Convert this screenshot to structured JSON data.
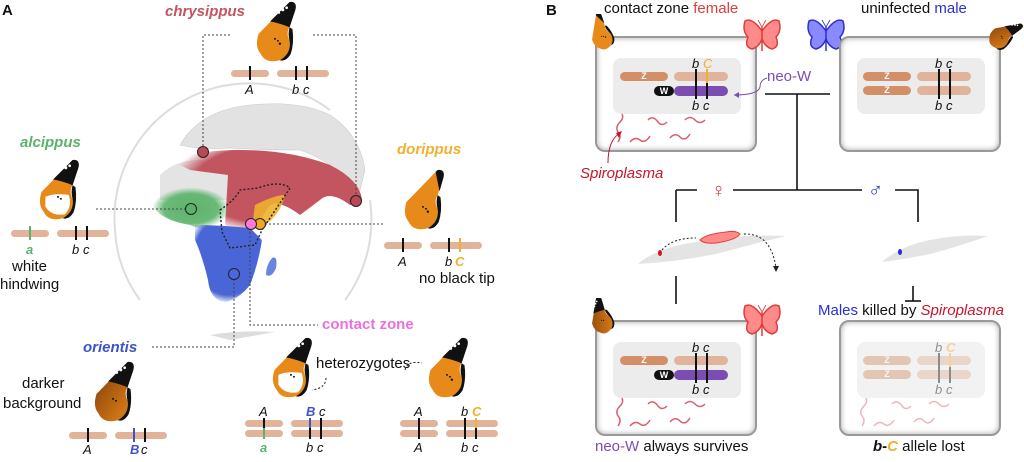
{
  "colors": {
    "chrysippus": "#c2555f",
    "alcippus": "#5cb26a",
    "dorippus": "#f0b030",
    "orientis": "#3b55c9",
    "contact_zone": "#ee6fdc",
    "chromosome": "#e0b39a",
    "z_chromosome": "#d39068",
    "neo_w": "#7c4db0",
    "female": "#e03b3b",
    "male": "#2a2fd0",
    "spiroplasma": "#c8142c"
  },
  "panelA": {
    "label": "A",
    "species": {
      "chrysippus": {
        "name": "chrysippus",
        "alleles": [
          "A",
          "b",
          "c"
        ]
      },
      "alcippus": {
        "name": "alcippus",
        "alleles": [
          "a",
          "b",
          "c"
        ],
        "phenotype": [
          "white",
          "hindwing"
        ]
      },
      "dorippus": {
        "name": "dorippus",
        "alleles": [
          "A",
          "b",
          "C"
        ],
        "phenotype": "no black tip"
      },
      "orientis": {
        "name": "orientis",
        "alleles": [
          "A",
          "B",
          "c"
        ],
        "phenotype": [
          "darker",
          "background"
        ]
      },
      "contact_zone": {
        "name": "contact zone",
        "heterozygotes_label": "heterozygotes",
        "het1": {
          "top": [
            "A",
            "B",
            "c"
          ],
          "bottom": [
            "a",
            "b",
            "c"
          ]
        },
        "het2": {
          "top": [
            "A",
            "b",
            "C"
          ],
          "bottom": [
            "A",
            "b",
            "c"
          ]
        }
      }
    }
  },
  "panelB": {
    "label": "B",
    "female_title": {
      "prefix": "contact zone ",
      "highlight": "female"
    },
    "male_title": {
      "prefix": "uninfected ",
      "highlight": "male"
    },
    "neo_w_label": "neo-W",
    "spiroplasma_label": "Spiroplasma",
    "chrom_z": "Z",
    "chrom_w": "W",
    "female_alleles": {
      "top": [
        "b",
        "C"
      ],
      "bottom": [
        "b",
        "c"
      ]
    },
    "male_alleles": {
      "top": [
        "b",
        "c"
      ],
      "bottom": [
        "b",
        "c"
      ]
    },
    "female_symbol": "♀",
    "male_symbol": "♂",
    "males_killed": {
      "part1": "Males",
      "part2": " killed by ",
      "part3": "Spiroplasma"
    },
    "survives": {
      "part1": "neo-W",
      "part2": " always survives"
    },
    "lost": {
      "part1": "b",
      "part2": "-",
      "part3": "C",
      "part4": " allele lost"
    },
    "lost_alleles": {
      "top": [
        "b",
        "C"
      ],
      "bottom": [
        "b",
        "c"
      ]
    }
  }
}
